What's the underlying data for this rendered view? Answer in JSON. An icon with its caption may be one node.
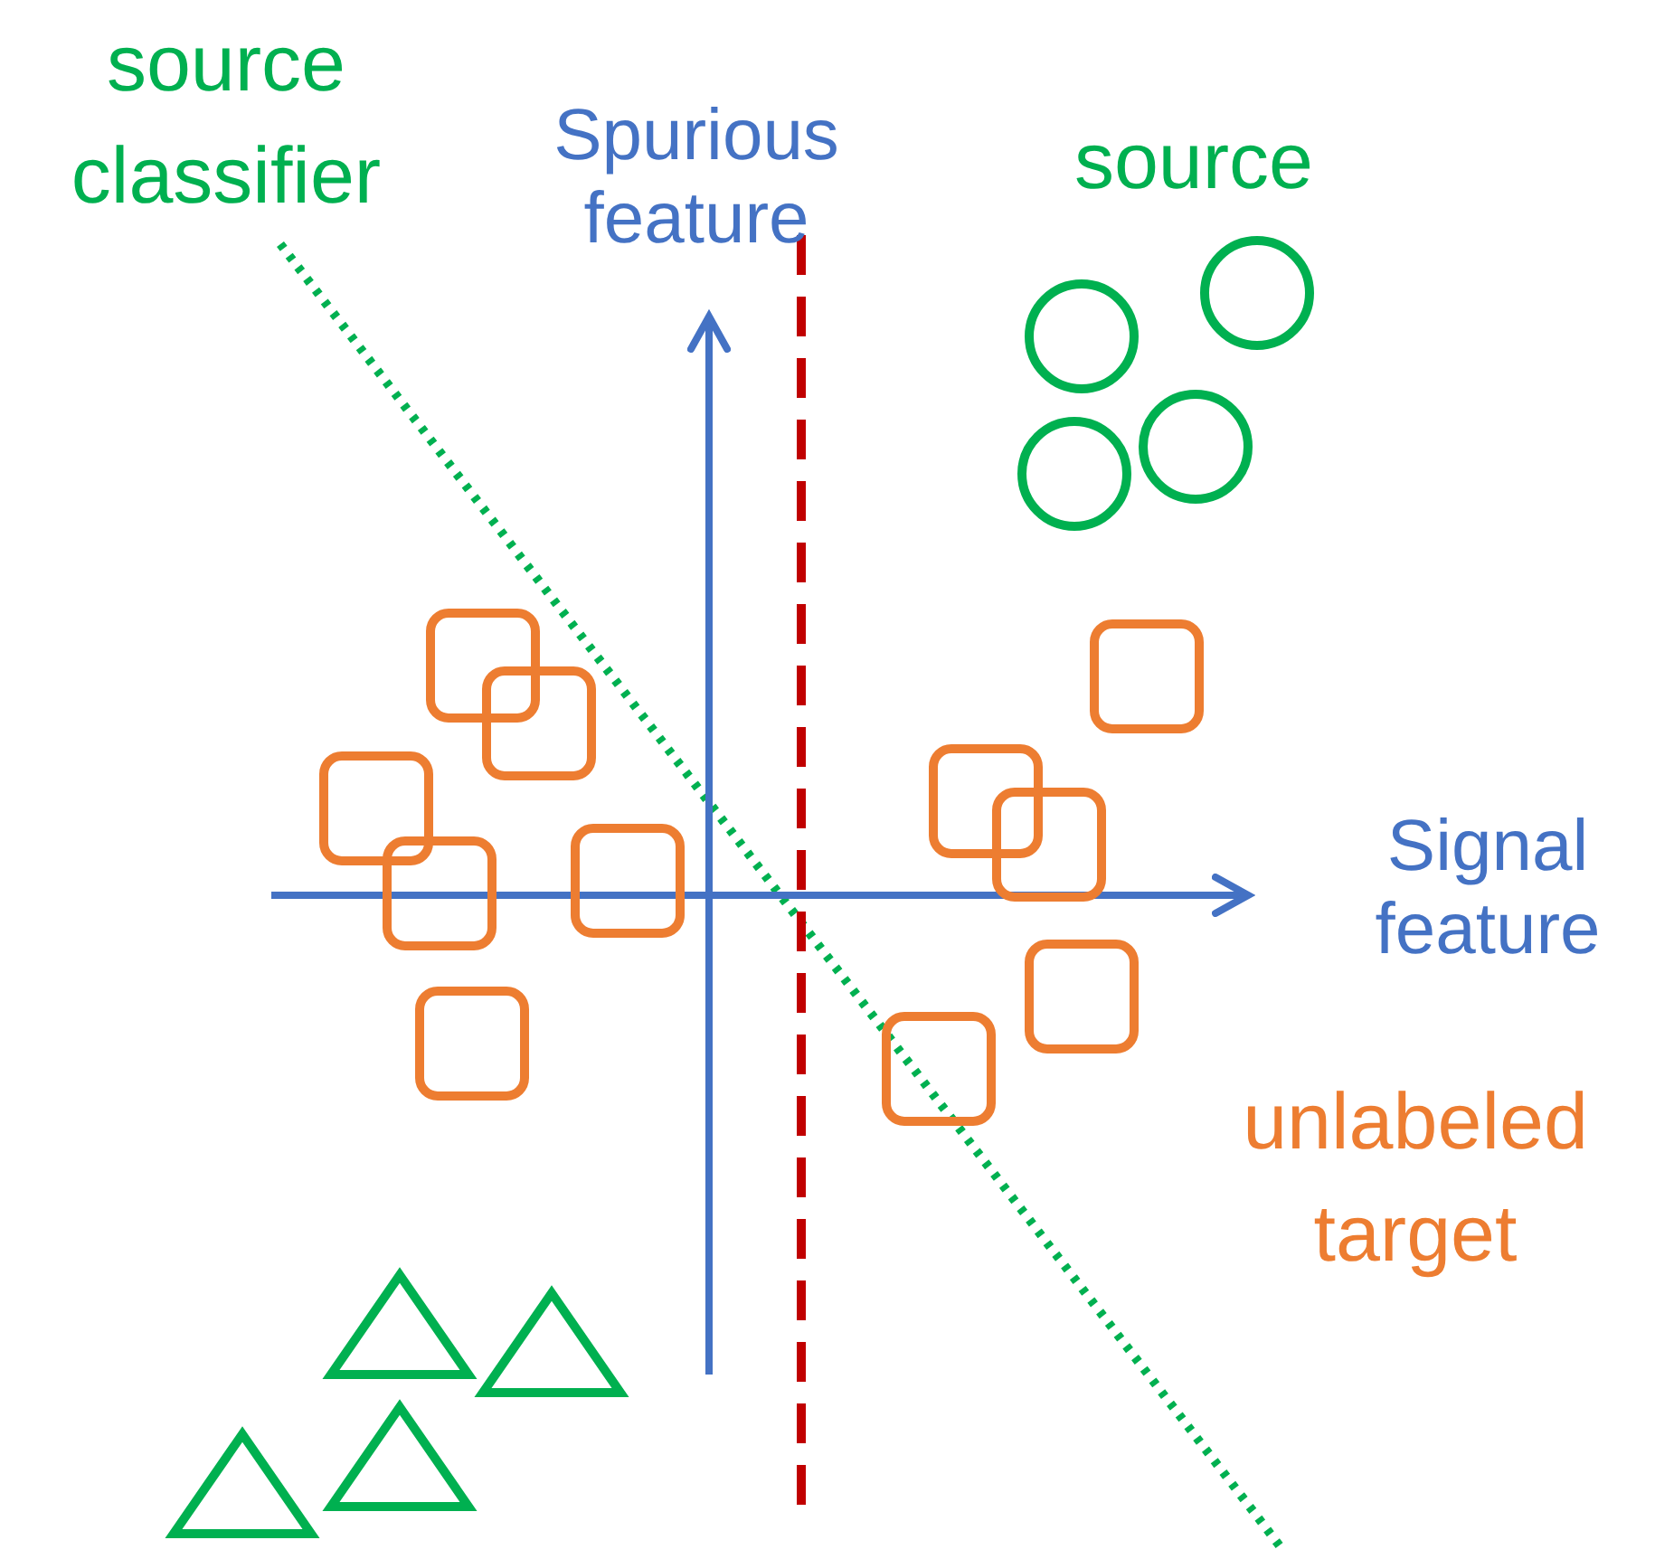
{
  "diagram": {
    "labels": [
      "source classifier",
      "Spurious feature",
      "source",
      "Signal feature",
      "unlabeled target"
    ]
  }
}
